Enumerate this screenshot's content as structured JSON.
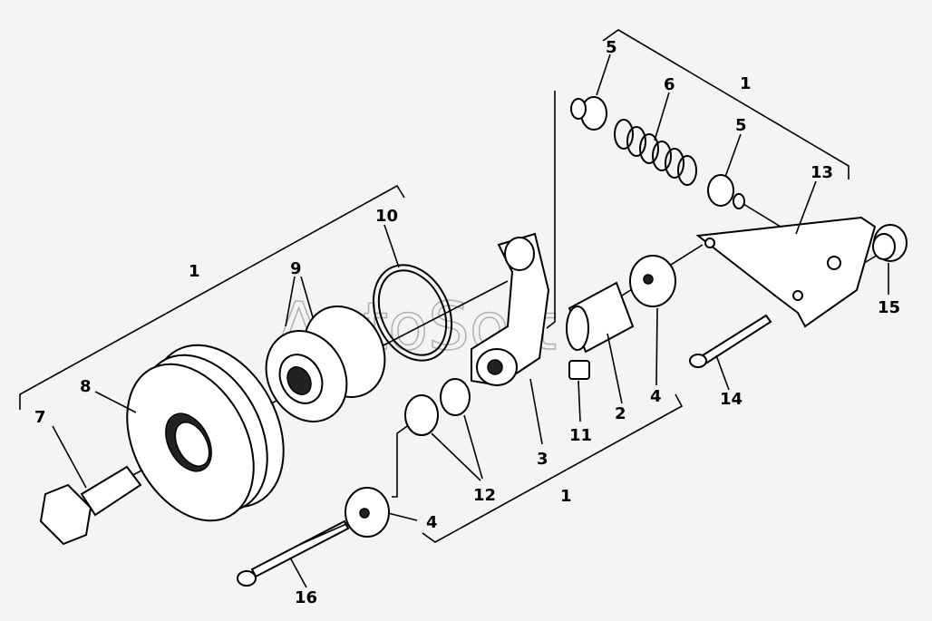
{
  "watermark": "AutoSoft",
  "labels": {
    "l1_top": "1",
    "l1_left": "1",
    "l1_bottom": "1",
    "l2": "2",
    "l3": "3",
    "l4_right": "4",
    "l4_bottom": "4",
    "l5_top": "5",
    "l5_mid": "5",
    "l6": "6",
    "l7": "7",
    "l8": "8",
    "l9": "9",
    "l10": "10",
    "l11": "11",
    "l12": "12",
    "l13": "13",
    "l14": "14",
    "l15": "15",
    "l16": "16"
  }
}
